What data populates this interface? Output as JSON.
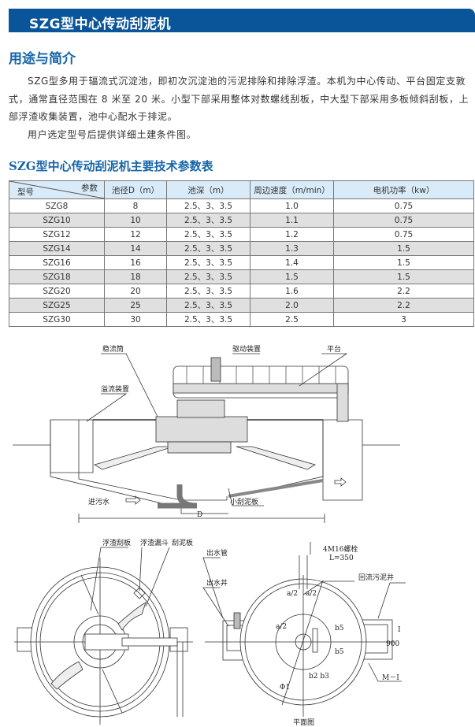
{
  "header": {
    "title": "SZG型中心传动刮泥机"
  },
  "intro": {
    "heading": "用途与简介",
    "paragraph1": "SZG型多用于辐流式沉淀池，即初次沉淀池的污泥排除和排除浮渣。本机为中心传动、平台固定支敦式，通常直径范围在 8 米至 20 米。小型下部采用整体对数螺线刮板，中大型下部采用多板倾斜刮板，上部浮渣收集装置，池中心配水于排泥。",
    "paragraph2": "用户选定型号后提供详细土建条件图。"
  },
  "table": {
    "heading": "SZG型中心传动刮泥机主要技术参数表",
    "corner_top": "参数",
    "corner_bottom": "型号",
    "columns": [
      "池径D（m）",
      "池深（m）",
      "周边速度（m/min）",
      "电机功率（kw）"
    ],
    "rows": [
      [
        "SZG8",
        "8",
        "2.5、3、3.5",
        "1.0",
        "0.75"
      ],
      [
        "SZG10",
        "10",
        "2.5、3、3.5",
        "1.1",
        "0.75"
      ],
      [
        "SZG12",
        "12",
        "2.5、3、3.5",
        "1.2",
        "0.75"
      ],
      [
        "SZG14",
        "14",
        "2.5、3、3.5",
        "1.3",
        "1.5"
      ],
      [
        "SZG16",
        "16",
        "2.5、3、3.5",
        "1.4",
        "1.5"
      ],
      [
        "SZG18",
        "18",
        "2.5、3、3.5",
        "1.5",
        "1.5"
      ],
      [
        "SZG20",
        "20",
        "2.5、3、3.5",
        "1.6",
        "2.2"
      ],
      [
        "SZG25",
        "25",
        "2.5、3、3.5",
        "2.0",
        "2.2"
      ],
      [
        "SZG30",
        "30",
        "2.5、3、3.5",
        "2.5",
        "3"
      ]
    ]
  },
  "section_view": {
    "labels": {
      "stilling_well": "稳流筒",
      "drive": "驱动装置",
      "platform": "平台",
      "overflow": "溢流装置",
      "inlet": "进污水",
      "small_scraper": "小刮泥板",
      "diameter": "D"
    }
  },
  "plan_left": {
    "labels": {
      "scum_scraper": "浮渣刮板",
      "scum_hopper": "浮渣漏斗",
      "sludge_scraper": "刮泥板"
    }
  },
  "plan_right": {
    "labels": {
      "bolts": "4M16螺栓",
      "bolt_length": "L=350",
      "outlet_pipe": "出水管",
      "outlet_well": "出水井",
      "return_well": "回流污泥井",
      "a2_left": "a/2",
      "a2_right": "a/2",
      "a2_mid": "a/2",
      "b5_top": "b5",
      "b5_bottom": "b5",
      "b2b3": "b2 b3",
      "phi1": "Φ1",
      "dim900": "900",
      "section_mark": "I",
      "section_label": "M－I",
      "caption": "平面图"
    }
  }
}
